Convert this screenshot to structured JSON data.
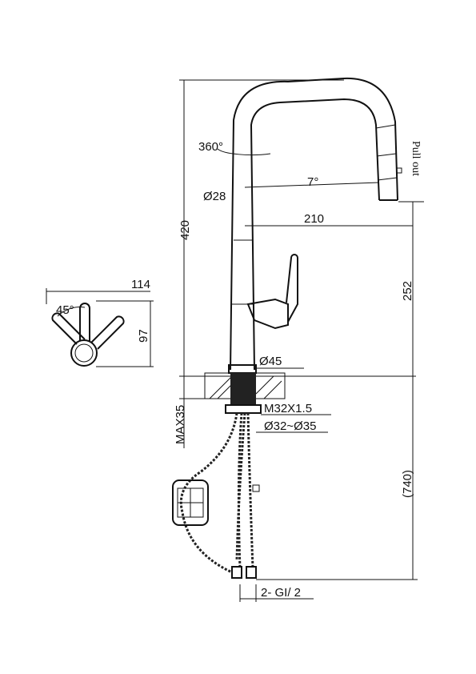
{
  "dimensions": {
    "rotation": "360°",
    "pull_out": "Pull out",
    "spray_angle": "7°",
    "outlet_diameter": "Ø28",
    "reach": "210",
    "total_height": "420",
    "spout_height": "252",
    "base_diameter": "Ø45",
    "thread": "M32X1.5",
    "hole_diameter": "Ø32~Ø35",
    "max_thickness": "MAX35",
    "hose_length": "(740)",
    "connection": "2- GI/ 2",
    "handle_width": "114",
    "handle_angle": "45°",
    "handle_height": "97"
  }
}
